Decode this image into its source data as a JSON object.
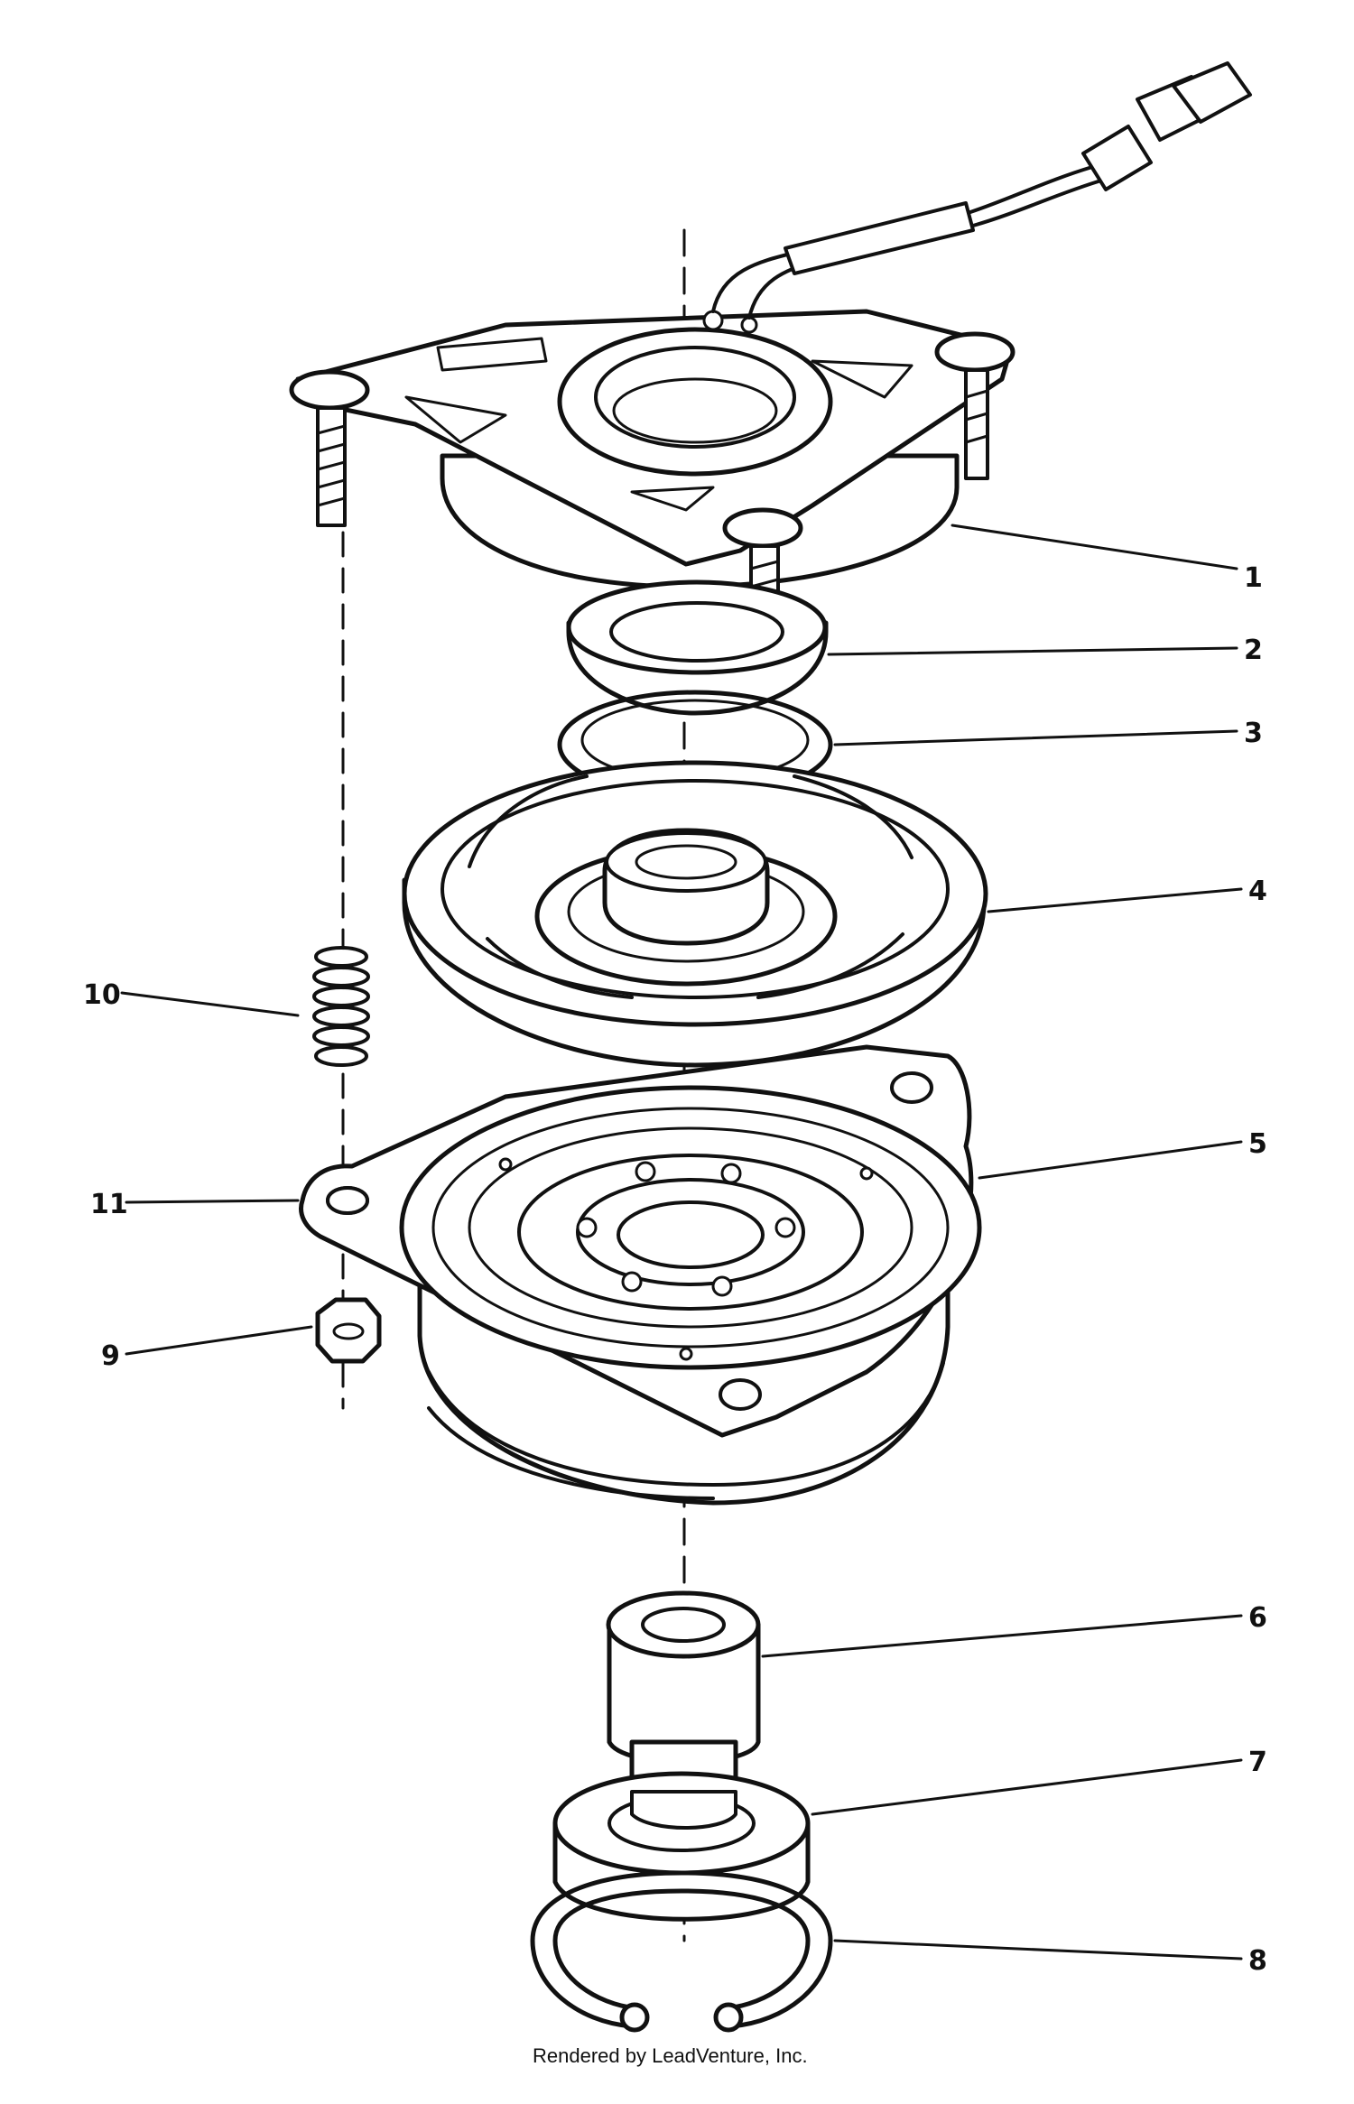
{
  "diagram": {
    "callouts": [
      {
        "label": "1"
      },
      {
        "label": "2"
      },
      {
        "label": "3"
      },
      {
        "label": "4"
      },
      {
        "label": "5"
      },
      {
        "label": "6"
      },
      {
        "label": "7"
      },
      {
        "label": "8"
      },
      {
        "label": "9"
      },
      {
        "label": "10"
      },
      {
        "label": "11"
      }
    ],
    "footer": "Rendered by LeadVenture, Inc.",
    "colors": {
      "ink": "#111111",
      "background": "#ffffff"
    }
  }
}
